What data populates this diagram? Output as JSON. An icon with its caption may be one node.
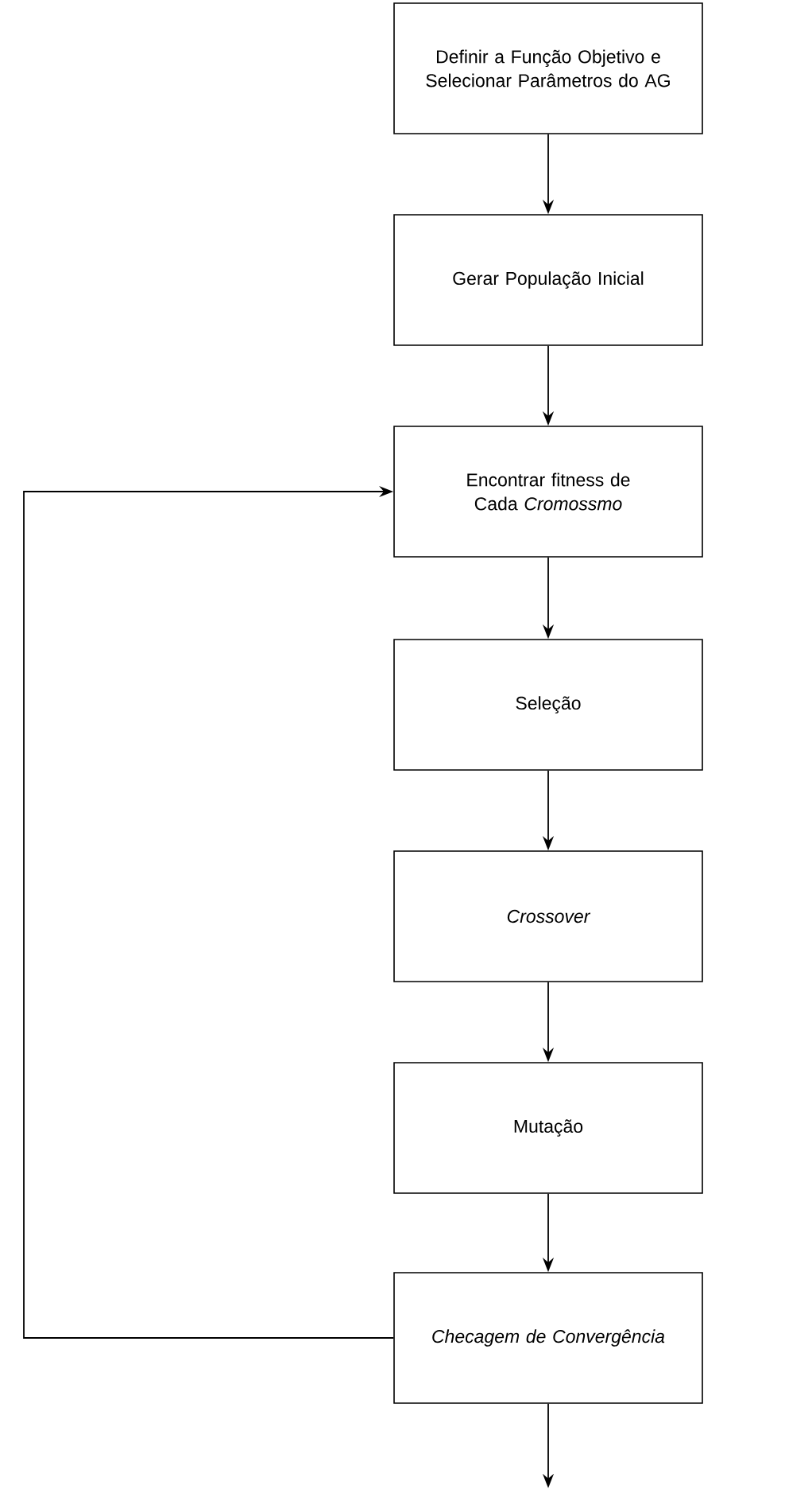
{
  "diagram": {
    "nodes": [
      {
        "text": [
          "Definir a Função Objetivo e Selecionar Parâmetros do AG"
        ]
      },
      {
        "text": [
          "Gerar População Inicial"
        ]
      },
      {
        "text": [
          "Encontrar fitness de Cada *Cromossmo*"
        ]
      },
      {
        "text": [
          "Seleção"
        ]
      },
      {
        "text": [
          "Crossover"
        ]
      },
      {
        "text": [
          "Mutação"
        ]
      },
      {
        "text": [
          "Checagem de Convergência"
        ]
      }
    ],
    "edges": [
      {
        "from": 0,
        "to": 1,
        "arrow": "to"
      },
      {
        "from": 1,
        "to": 2,
        "arrow": "to"
      },
      {
        "from": 2,
        "to": 3,
        "arrow": "to"
      },
      {
        "from": 3,
        "to": 4,
        "arrow": "to"
      },
      {
        "from": 4,
        "to": 5,
        "arrow": "to"
      },
      {
        "from": 5,
        "to": 6,
        "arrow": "to"
      },
      {
        "from": 6,
        "to": 2,
        "arrow": "to"
      },
      {
        "from": 6,
        "to": null,
        "arrow": "to"
      }
    ]
  }
}
